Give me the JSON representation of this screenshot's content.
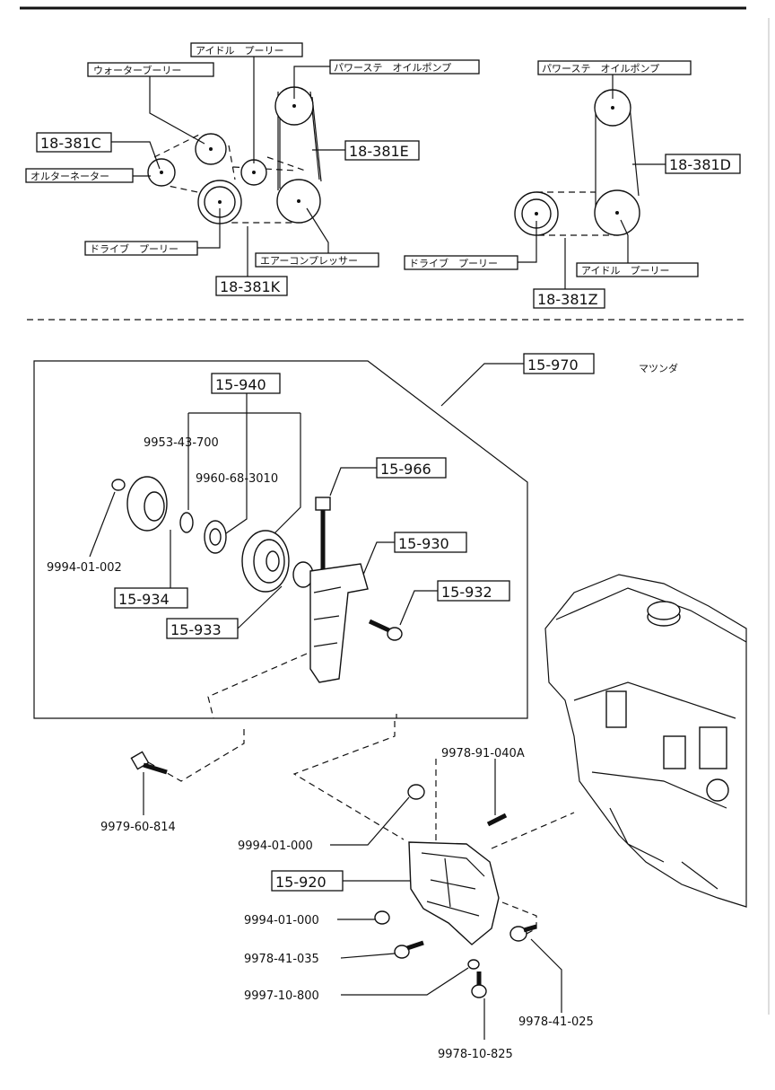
{
  "belt_diagram_left": {
    "labels": {
      "idler_pulley": "アイドル　プーリー",
      "water_pump_pulley": "ウォーターブーリー",
      "power_steering_pump": "パワーステ　オイルポンプ",
      "alternator": "オルターネーター",
      "drive_pulley": "ドライブ　プーリー",
      "air_compressor": "エアーコンプレッサー"
    },
    "refs": {
      "belt_c": "18-381C",
      "belt_e": "18-381E",
      "belt_k": "18-381K"
    }
  },
  "belt_diagram_right": {
    "labels": {
      "power_steering_pump": "パワーステ　オイルポンプ",
      "drive_pulley": "ドライブ　プーリー",
      "idler_pulley": "アイドル　プーリー"
    },
    "refs": {
      "belt_d": "18-381D",
      "belt_z": "18-381Z"
    }
  },
  "assembly": {
    "brand_note": "マツンダ",
    "refs": {
      "idler_assembly": "15-970",
      "pulley": "15-940",
      "bolt": "15-966",
      "bracket": "15-930",
      "pin": "15-932",
      "cover": "15-934",
      "washer": "15-933",
      "mount_bracket": "15-920"
    },
    "part_numbers": {
      "snap_ring": "9953-43-700",
      "bearing": "9960-68-3010",
      "nut_small": "9994-01-002",
      "bolt_left": "9979-60-814",
      "stud": "9978-91-040A",
      "nut_top": "9994-01-000",
      "nut_mid": "9994-01-000",
      "bolt_lower": "9978-41-035",
      "washer_lower": "9997-10-800",
      "bolt_right": "9978-41-025",
      "bolt_bottom": "9978-10-825"
    }
  }
}
